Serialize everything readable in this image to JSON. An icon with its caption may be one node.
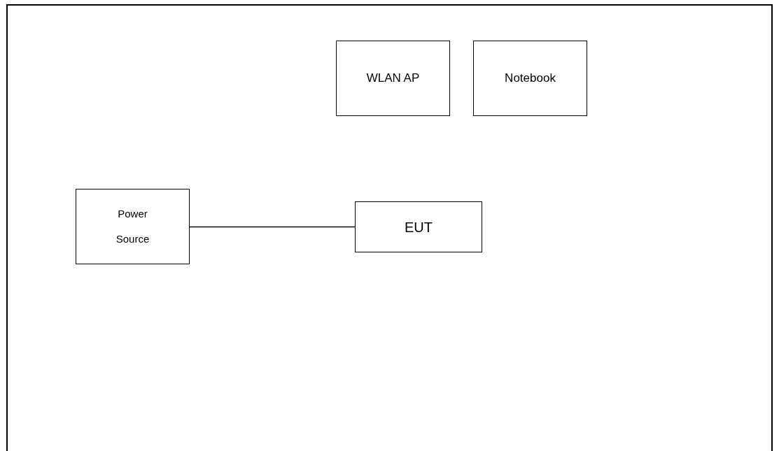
{
  "diagram": {
    "nodes": [
      {
        "text": [
          "WLAN AP"
        ]
      },
      {
        "text": [
          "Notebook"
        ]
      },
      {
        "text": [
          "Power Source"
        ]
      },
      {
        "text": [
          "EUT"
        ]
      }
    ],
    "edges": [
      {
        "from": 2,
        "to": 3,
        "arrow": "none"
      }
    ]
  }
}
